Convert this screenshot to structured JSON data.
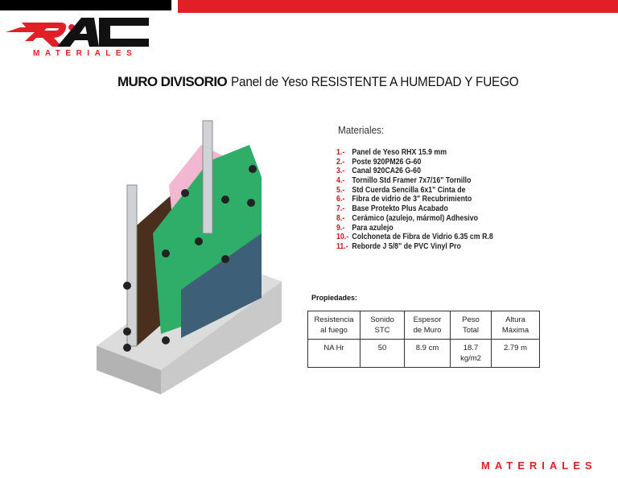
{
  "header": {
    "brand_colors": {
      "red": "#e21f26",
      "black": "#000000"
    },
    "logo_text": "RAC MATERIALES"
  },
  "title": {
    "bold": "MURO DIVISORIO",
    "rest": "Panel  de  Yeso  RESISTENTE  A  HUMEDAD  Y  FUEGO"
  },
  "materials": {
    "heading": "Materiales:",
    "items": [
      {
        "num": "1.-",
        "text": "Panel de Yeso RHX 15.9  mm"
      },
      {
        "num": "2.-",
        "text": "Poste 920PM26 G-60"
      },
      {
        "num": "3.-",
        "text": "Canal 920CA26 G-60"
      },
      {
        "num": "4.-",
        "text": "Tornillo Std Framer 7x7/16\" Tornillo"
      },
      {
        "num": "5.-",
        "text": "Std Cuerda Sencilla 6x1\" Cinta de"
      },
      {
        "num": "6.-",
        "text": "Fibra de vidrio de 3\" Recubrimiento"
      },
      {
        "num": "7.-",
        "text": "Base Protekto Plus Acabado"
      },
      {
        "num": "8.-",
        "text": "Cerámico (azulejo, mármol) Adhesivo"
      },
      {
        "num": "9.-",
        "text": "Para azulejo"
      },
      {
        "num": "10.-",
        "text": "Colchoneta de Fibra de Vidrio 6.35 cm R.8"
      },
      {
        "num": "11.-",
        "text": "Reborde J 5/8\" de PVC Vinyl Pro"
      }
    ]
  },
  "properties": {
    "heading": "Propiedades:",
    "headers": [
      [
        "Resistencia",
        "al fuego"
      ],
      [
        "Sonido",
        "STC"
      ],
      [
        "Espesor",
        "de Muro"
      ],
      [
        "Peso",
        "Total"
      ],
      [
        "Altura",
        "Máxima"
      ]
    ],
    "values": [
      [
        "NA Hr"
      ],
      [
        "50"
      ],
      [
        "8.9 cm"
      ],
      [
        "18.7",
        "kg/m2"
      ],
      [
        "2.79 m"
      ]
    ]
  },
  "footer": {
    "logo_text": "MATERIALES"
  }
}
